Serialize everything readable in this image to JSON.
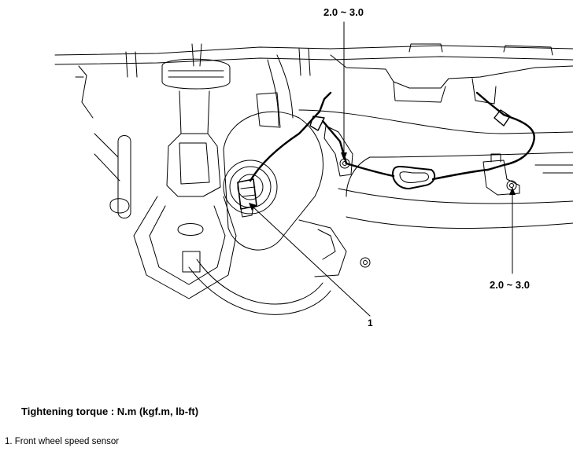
{
  "callouts": {
    "torque_top": "2.0 ~ 3.0",
    "torque_right": "2.0 ~ 3.0",
    "part_number": "1"
  },
  "caption": "Tightening torque : N.m (kgf.m, lb-ft)",
  "legend": {
    "items": [
      "1. Front wheel speed sensor"
    ]
  }
}
